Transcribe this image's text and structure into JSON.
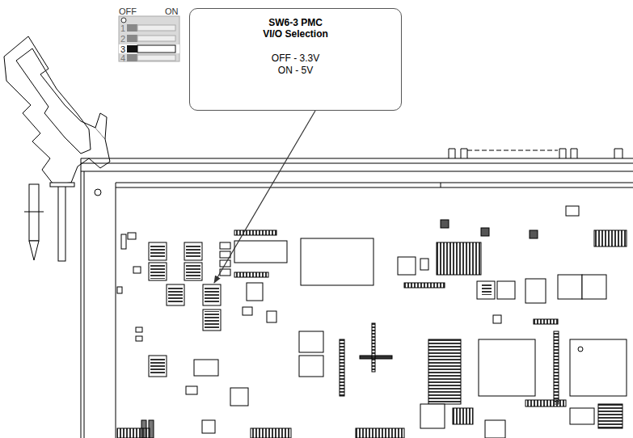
{
  "diagram": {
    "nodes": [
      {
        "text": [
          "SW6-3 PMC VI/O Selection",
          "OFF - 3.3V ON - 5V"
        ]
      }
    ],
    "labels": [
      "OFF",
      "ON",
      "1",
      "2",
      "3",
      "4"
    ]
  }
}
